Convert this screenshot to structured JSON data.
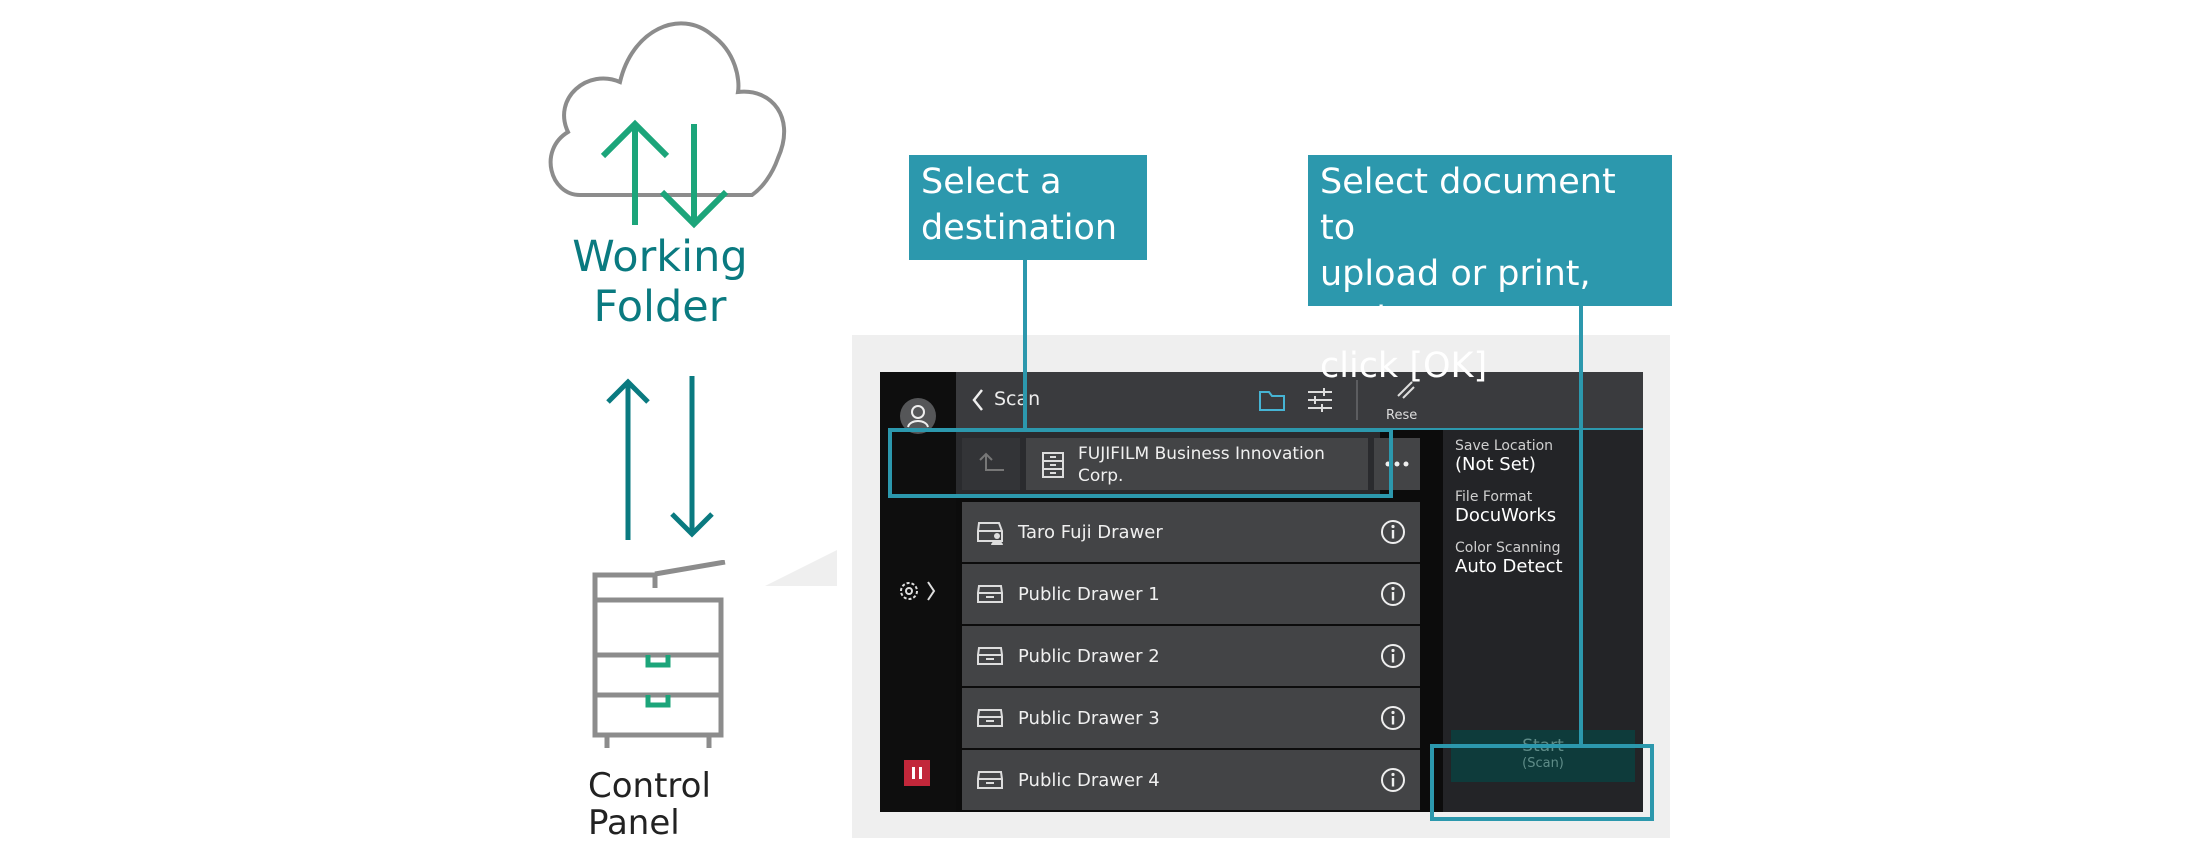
{
  "illustration": {
    "cloud_label": [
      "Working",
      "Folder"
    ],
    "device_label": [
      "Control",
      "Panel"
    ]
  },
  "callouts": {
    "destination": [
      "Select a",
      "destination"
    ],
    "document": [
      "Select document to",
      "upload or print, and",
      "click [OK]"
    ]
  },
  "screen": {
    "header": {
      "back_icon": "chevron-left-icon",
      "title": "Scan",
      "folder_icon": "folder-icon",
      "settings_icon": "sliders-icon",
      "reset_label": "Rese"
    },
    "path": {
      "up_icon": "up-level-icon",
      "current_icon": "cabinet-icon",
      "current_location": [
        "FUJIFILM Business Innovation",
        "Corp."
      ],
      "more_icon": "more-icon"
    },
    "drawers": [
      {
        "label": "Taro Fuji Drawer",
        "icon": "personal-drawer-icon",
        "info_icon": "info-icon"
      },
      {
        "label": "Public Drawer 1",
        "icon": "drawer-icon",
        "info_icon": "info-icon"
      },
      {
        "label": "Public Drawer 2",
        "icon": "drawer-icon",
        "info_icon": "info-icon"
      },
      {
        "label": "Public Drawer 3",
        "icon": "drawer-icon",
        "info_icon": "info-icon"
      },
      {
        "label": "Public Drawer 4",
        "icon": "drawer-icon",
        "info_icon": "info-icon"
      }
    ],
    "settings_summary": [
      {
        "label": "Save Location",
        "value": "(Not Set)"
      },
      {
        "label": "File Format",
        "value": "DocuWorks"
      },
      {
        "label": "Color Scanning",
        "value": "Auto Detect"
      }
    ],
    "start_button": {
      "label": "Start",
      "sublabel": "(Scan)"
    },
    "sidebar": {
      "user_icon": "user-icon",
      "settings_icon": "gear-icon",
      "expand_icon": "chevron-right-icon",
      "stop_icon": "stop-icon"
    }
  },
  "colors": {
    "accent": "#2c98ad",
    "green_arrow": "#1ca57a",
    "teal_arrow": "#0a7a80",
    "screen_background": "#0c0c0c",
    "row_background": "#434446"
  }
}
